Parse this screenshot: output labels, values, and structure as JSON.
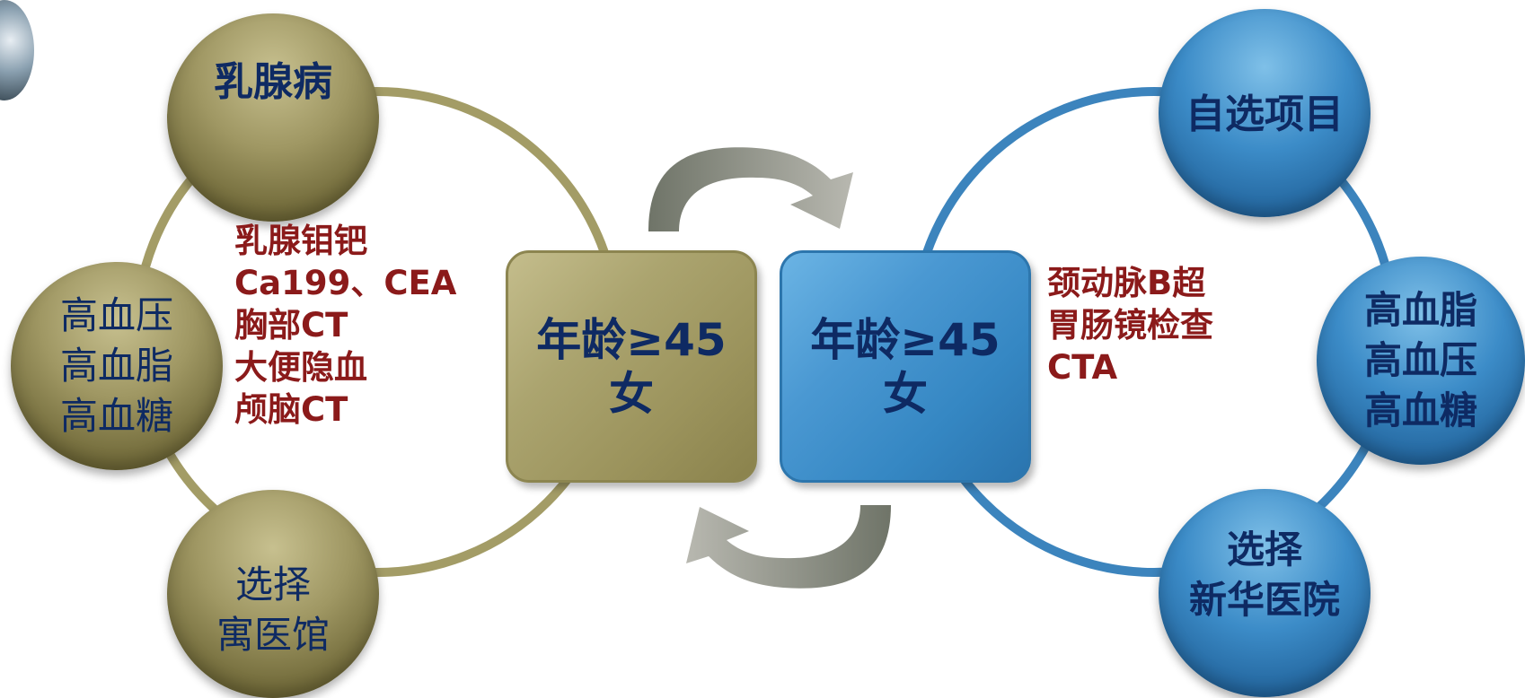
{
  "colors": {
    "olive": "#9f9763",
    "blue": "#3c8cc8",
    "navy_text": "#0e2a63",
    "red_text": "#8b1a1a"
  },
  "left": {
    "top_ball": "乳腺病",
    "middle_ball": [
      "高血压",
      "高血脂",
      "高血糖"
    ],
    "bottom_ball": [
      "选择",
      "寓医馆"
    ],
    "center_box": {
      "line1": "年龄≥45",
      "line2": "女"
    },
    "items": [
      "乳腺钼钯",
      "Ca199、CEA",
      "胸部CT",
      "大便隐血",
      "颅脑CT"
    ]
  },
  "right": {
    "top_ball": "自选项目",
    "middle_ball": [
      "高血脂",
      "高血压",
      "高血糖"
    ],
    "bottom_ball": [
      "选择",
      "新华医院"
    ],
    "center_box": {
      "line1": "年龄≥45",
      "line2": "女"
    },
    "items": [
      "颈动脉B超",
      "胃肠镜检查",
      "CTA"
    ]
  },
  "icons": {
    "top_arrow": "curved-arrow-right-icon",
    "bottom_arrow": "curved-arrow-left-icon"
  }
}
